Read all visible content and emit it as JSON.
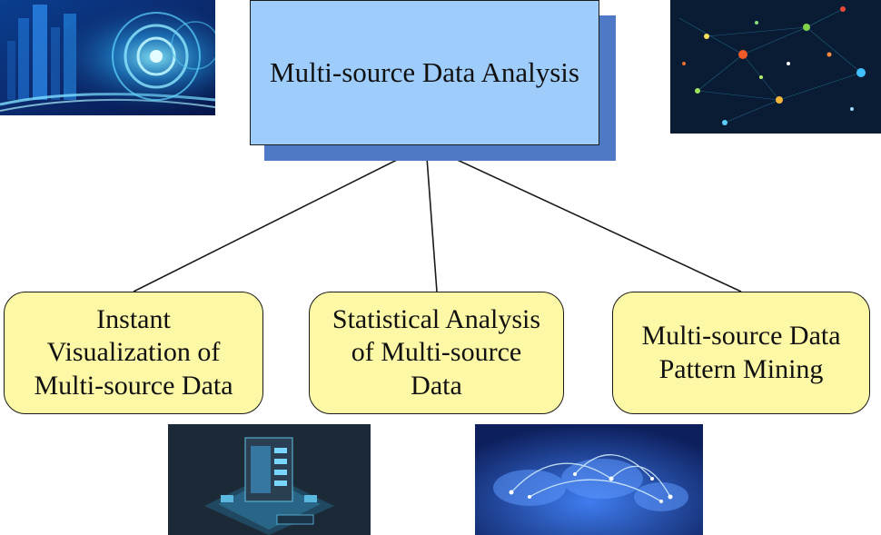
{
  "diagram": {
    "root": {
      "label": "Multi-source Data Analysis"
    },
    "children": [
      {
        "lines": [
          "Instant",
          "Visualization of",
          "Multi-source Data"
        ]
      },
      {
        "lines": [
          "Statistical Analysis",
          "of Multi-source",
          "Data"
        ]
      },
      {
        "lines": [
          "Multi-source Data",
          "Pattern Mining"
        ]
      }
    ]
  },
  "colors": {
    "root_fill": "#9fcdfb",
    "root_shadow": "#4d79c7",
    "child_fill": "#fdf8a6",
    "line": "#1a1a1a"
  },
  "images": {
    "top_left": "futuristic-city-tech-image",
    "top_right": "data-network-nodes-image",
    "bottom_left": "server-isometric-image",
    "bottom_right": "world-map-connections-image"
  }
}
